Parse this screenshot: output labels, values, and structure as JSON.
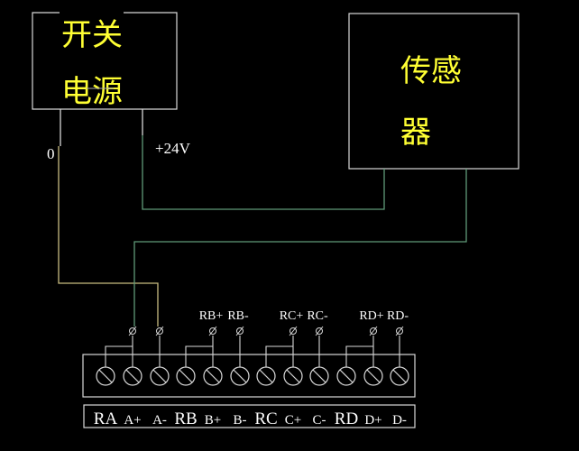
{
  "power_supply": {
    "line1": "开关",
    "line2": "电源",
    "lead_zero": "0",
    "lead_plus": "+24V"
  },
  "sensor": {
    "line1": "传感",
    "line2": "器"
  },
  "top_labels": [
    "RB+",
    "RB-",
    "RC+",
    "RC-",
    "RD+",
    "RD-"
  ],
  "terminal_labels": [
    "RA",
    "A+",
    "A-",
    "RB",
    "B+",
    "B-",
    "RC",
    "C+",
    "C-",
    "RD",
    "D+",
    "D-"
  ],
  "colors": {
    "text_cjk": "#ffff33",
    "wire_zero": "#c8bc80",
    "wire_green": "#5f9a78",
    "lines": "#d8d8d8",
    "background": "#000000"
  }
}
